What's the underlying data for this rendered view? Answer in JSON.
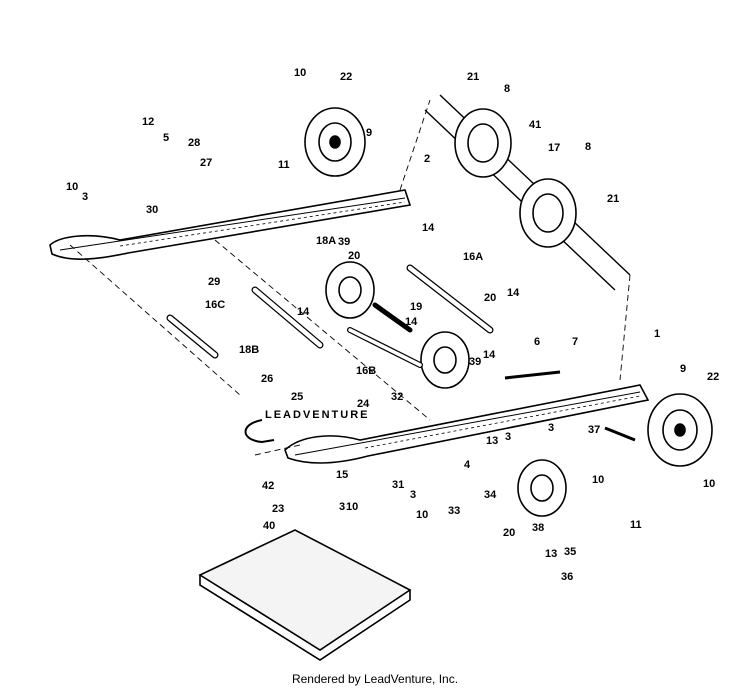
{
  "footer": "Rendered by LeadVenture, Inc.",
  "watermark": "LEADVENTURE",
  "callouts": [
    "1",
    "2",
    "3",
    "3",
    "3",
    "3",
    "3",
    "4",
    "5",
    "6",
    "7",
    "8",
    "8",
    "9",
    "9",
    "10",
    "10",
    "10",
    "10",
    "10",
    "10",
    "11",
    "11",
    "12",
    "13",
    "13",
    "14",
    "14",
    "14",
    "14",
    "14",
    "15",
    "16A",
    "16B",
    "16C",
    "17",
    "18A",
    "18B",
    "19",
    "20",
    "20",
    "20",
    "21",
    "21",
    "22",
    "22",
    "23",
    "24",
    "25",
    "26",
    "27",
    "28",
    "29",
    "30",
    "31",
    "32",
    "33",
    "34",
    "35",
    "36",
    "37",
    "38",
    "39",
    "39",
    "40",
    "41",
    "42"
  ]
}
